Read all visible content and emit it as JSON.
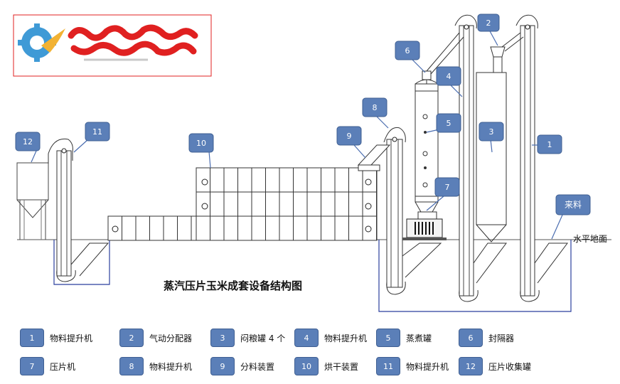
{
  "title": "蒸汽压片玉米成套设备结构图",
  "ground_label": "水平地面",
  "callouts": {
    "c1": "1",
    "c2": "2",
    "c3": "3",
    "c4": "4",
    "c5": "5",
    "c6": "6",
    "c7": "7",
    "c8": "8",
    "c9": "9",
    "c10": "10",
    "c11": "11",
    "c12": "12",
    "incoming": "来料"
  },
  "legend": [
    {
      "num": "1",
      "label": "物料提升机"
    },
    {
      "num": "2",
      "label": "气动分配器"
    },
    {
      "num": "3",
      "label": "闷粮罐 4 个"
    },
    {
      "num": "4",
      "label": "物料提升机"
    },
    {
      "num": "5",
      "label": "蒸煮罐"
    },
    {
      "num": "6",
      "label": "封隔器"
    },
    {
      "num": "7",
      "label": "压片机"
    },
    {
      "num": "8",
      "label": "物料提升机"
    },
    {
      "num": "9",
      "label": "分料装置"
    },
    {
      "num": "10",
      "label": "烘干装置"
    },
    {
      "num": "11",
      "label": "物料提升机"
    },
    {
      "num": "12",
      "label": "压片收集罐"
    }
  ],
  "colors": {
    "badge": "#5b7fb8",
    "pit_outline": "#2b3f9e",
    "logo_frame": "#e02020",
    "logo_gear": "#3f9ad6",
    "logo_flame": "#f2b233"
  },
  "logo_icon": "gear-flame-logo-icon"
}
